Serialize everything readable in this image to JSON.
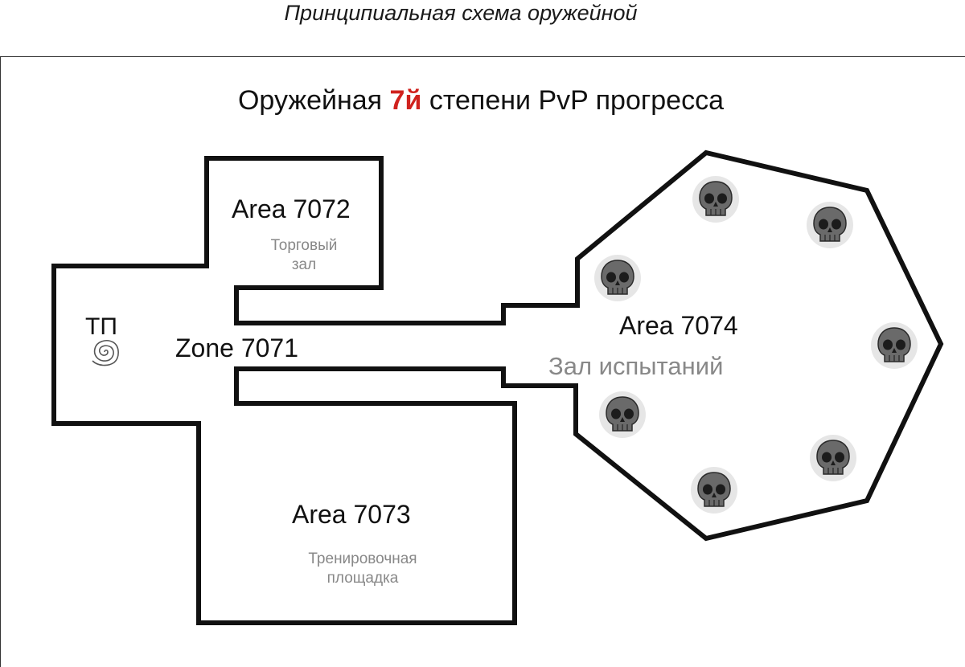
{
  "title": "Принципиальная схема оружейной",
  "subtitle": {
    "prefix": "Оружейная",
    "highlight": "7й",
    "suffix": "степени PvP прогресса",
    "highlight_color": "#d0221e"
  },
  "zones": [
    {
      "id": "zone-7071",
      "label": "Zone 7071",
      "sublabel": ""
    },
    {
      "id": "area-7072",
      "label": "Area 7072",
      "sublabel_lines": [
        "Торговый",
        "зал"
      ]
    },
    {
      "id": "area-7073",
      "label": "Area 7073",
      "sublabel_lines": [
        "Тренировочная",
        "площадка"
      ]
    },
    {
      "id": "area-7074",
      "label": "Area 7074",
      "sublabel_lines": [
        "Зал испытаний"
      ]
    }
  ],
  "teleport": {
    "label": "ТП",
    "icon": "spiral-icon"
  },
  "skull_icon": "skull-icon",
  "skull_count": 7,
  "colors": {
    "walls": "#111111",
    "subtext": "#888888",
    "skull": "#555555"
  }
}
